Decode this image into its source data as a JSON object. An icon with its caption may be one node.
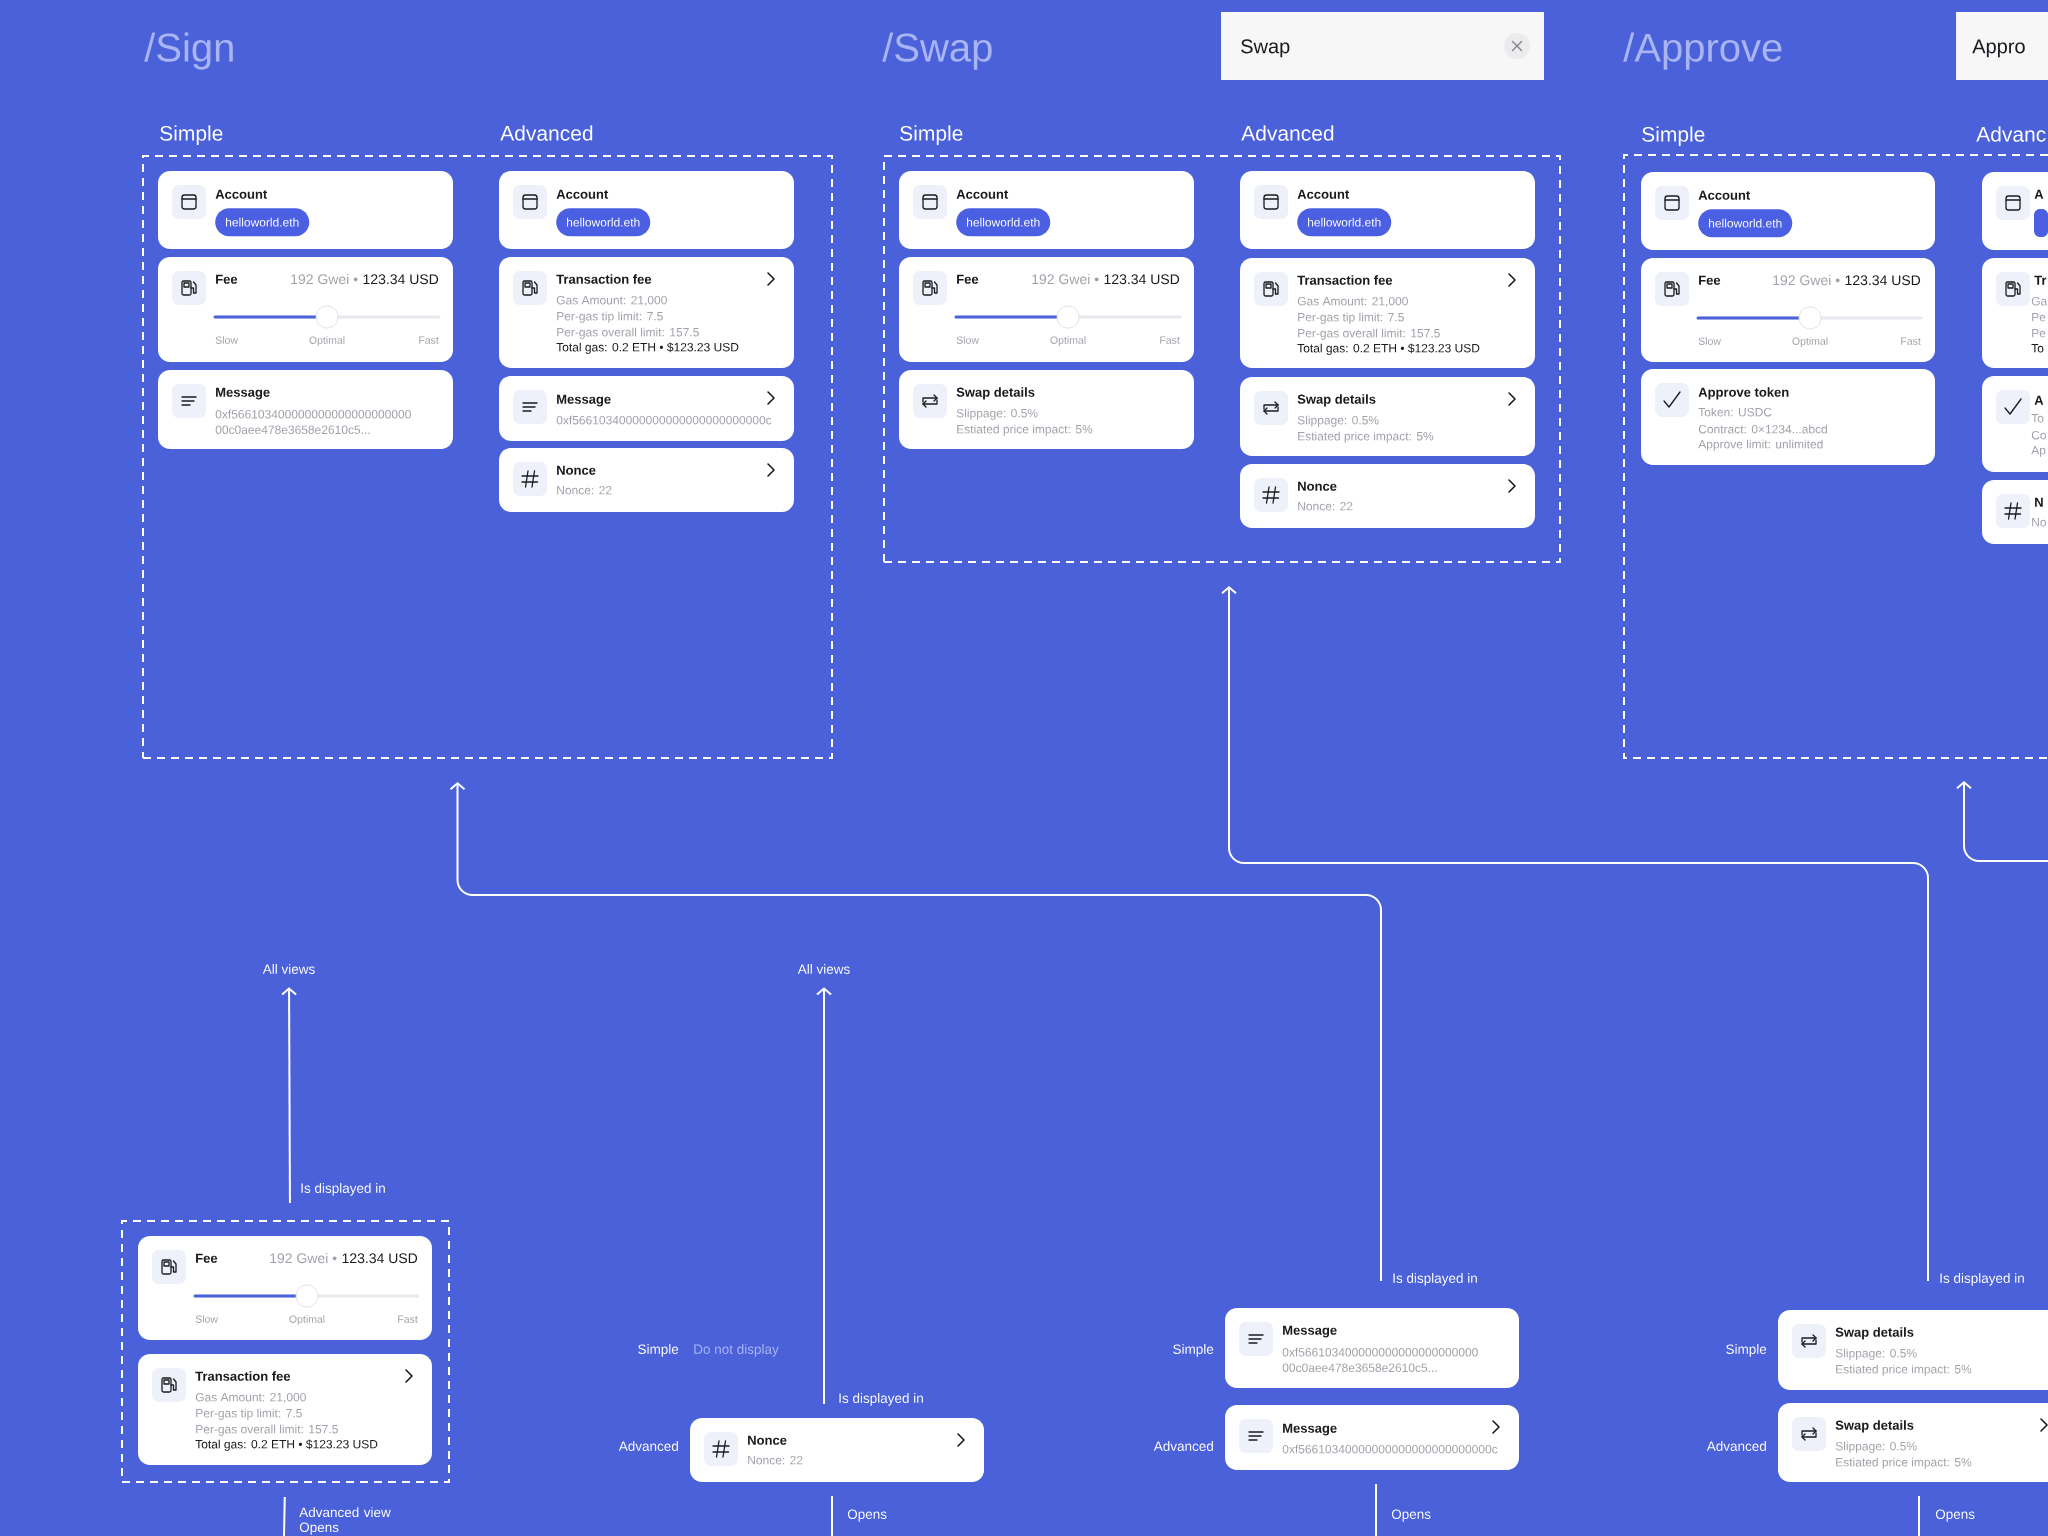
{
  "diagram": {
    "nodes": [
      {
        "text": [
          "Simple",
          "Advanced"
        ]
      },
      {
        "text": [
          "Account"
        ],
        "in": 0
      },
      {
        "text": [
          "helloworld.eth"
        ],
        "in": 1
      },
      {
        "text": [
          "Fee",
          "192 Gwei •",
          "123.34 USD",
          "Slow",
          "Optimal",
          "Fast"
        ],
        "in": 0
      },
      {
        "text": [
          "Message",
          "0xf566103400000000000000000000 00c0aee478e3658e2610c5..."
        ],
        "in": 0
      },
      {
        "text": [
          "Account"
        ],
        "in": 0
      },
      {
        "text": [
          "helloworld.eth"
        ],
        "in": 5
      },
      {
        "text": [
          "Transaction fee",
          "Gas Amount: 21,000",
          "Per-gas tip limit: 7.5",
          "Per-gas overall limit: 157.5",
          "Total gas: 0.2 ETH • $123.23 USD"
        ],
        "in": 0
      },
      {
        "text": [
          "Message",
          "0xf56610340000000000000000000000c"
        ],
        "in": 0
      },
      {
        "text": [
          "Nonce",
          "Nonce: 22"
        ],
        "in": 0
      },
      {
        "text": [
          "Swap"
        ]
      },
      {
        "text": [
          "Simple",
          "Advanced"
        ]
      },
      {
        "text": [
          "Account"
        ],
        "in": 11
      },
      {
        "text": [
          "helloworld.eth"
        ],
        "in": 12
      },
      {
        "text": [
          "Fee",
          "192 Gwei •",
          "123.34 USD",
          "Slow",
          "Optimal",
          "Fast"
        ],
        "in": 11
      },
      {
        "text": [
          "Swap details",
          "Slippage: 0.5%",
          "Estiated price impact: 5%"
        ],
        "in": 11
      },
      {
        "text": [
          "Account"
        ],
        "in": 11
      },
      {
        "text": [
          "helloworld.eth"
        ],
        "in": 16
      },
      {
        "text": [
          "Transaction fee",
          "Gas Amount: 21,000",
          "Per-gas tip limit: 7.5",
          "Per-gas overall limit: 157.5",
          "Total gas: 0.2 ETH • $123.23 USD"
        ],
        "in": 11
      },
      {
        "text": [
          "Swap details",
          "Slippage: 0.5%",
          "Estiated price impact: 5%"
        ],
        "in": 11
      },
      {
        "text": [
          "Nonce",
          "Nonce: 22"
        ],
        "in": 11
      },
      {
        "text": [
          "Appro"
        ]
      },
      {
        "text": [
          "Simple",
          "Advanc"
        ]
      },
      {
        "text": [
          "Account"
        ],
        "in": 22
      },
      {
        "text": [
          "helloworld.eth"
        ],
        "in": 23
      },
      {
        "text": [
          "Fee",
          "192 Gwei •",
          "123.34 USD",
          "Slow",
          "Optimal",
          "Fast"
        ],
        "in": 22
      },
      {
        "text": [
          "Approve token",
          "Token: USDC",
          "Contract: 0×1234...abcd",
          "Approve limit: unlimited"
        ],
        "in": 22
      },
      {
        "text": [
          "A"
        ],
        "in": 22
      },
      {
        "text": [],
        "shape": "box",
        "in": 27
      },
      {
        "text": [
          "Tr",
          "Ga",
          "Pe",
          "Pe",
          "To"
        ],
        "in": 22
      },
      {
        "text": [
          "A",
          "To",
          "Co",
          "Ap"
        ],
        "in": 22
      },
      {
        "text": [
          "N",
          "No"
        ],
        "in": 22
      },
      {
        "text": [
          "All views"
        ]
      },
      {
        "text": [],
        "shape": "box"
      },
      {
        "text": [
          "Fee",
          "192 Gwei •",
          "123.34 USD",
          "Slow",
          "Optimal",
          "Fast"
        ],
        "in": 33
      },
      {
        "text": [
          "Transaction fee",
          "Gas Amount: 21,000",
          "Per-gas tip limit: 7.5",
          "Per-gas overall limit: 157.5",
          "Total gas: 0.2 ETH • $123.23 USD"
        ],
        "in": 33
      },
      {
        "text": [
          "All views"
        ]
      },
      {
        "text": [
          "Nonce",
          "Nonce: 22"
        ],
        "beside": [
          "Advanced"
        ]
      },
      {
        "text": [
          "Message",
          "0xf566103400000000000000000000 00c0aee478e3658e2610c5..."
        ],
        "beside": [
          "Simple"
        ]
      },
      {
        "text": [
          "Message",
          "0xf56610340000000000000000000000c"
        ],
        "beside": [
          "Advanced"
        ]
      },
      {
        "text": [
          "Swap details",
          "Slippage: 0.5%",
          "Estiated price impact: 5%"
        ],
        "beside": [
          "Simple"
        ]
      },
      {
        "text": [
          "Swap details",
          "Slippage: 0.5%",
          "Estiated price impact: 5%"
        ],
        "beside": [
          "Advanced"
        ]
      }
    ],
    "edges": [
      {
        "from": 38,
        "to": 0,
        "arrow": "to",
        "label": "Is displayed in"
      },
      {
        "from": 40,
        "to": 11,
        "arrow": "to",
        "label": "Is displayed in"
      },
      {
        "from": null,
        "to": 22,
        "arrow": "to"
      },
      {
        "from": 33,
        "to": 32,
        "arrow": "to",
        "label": "Is displayed in"
      },
      {
        "from": 37,
        "to": 36,
        "arrow": "to",
        "label": "Is displayed in"
      },
      {
        "from": 33,
        "to": null,
        "arrow": "none",
        "label": "Advanced view Opens"
      },
      {
        "from": 37,
        "to": null,
        "arrow": "none",
        "label": "Opens"
      },
      {
        "from": 39,
        "to": null,
        "arrow": "none",
        "label": "Opens"
      },
      {
        "from": 41,
        "to": null,
        "arrow": "none",
        "label": "Opens"
      }
    ],
    "labels": [
      "/Sign",
      "/Swap",
      "/Approve",
      "Simple",
      "Do not display"
    ]
  }
}
